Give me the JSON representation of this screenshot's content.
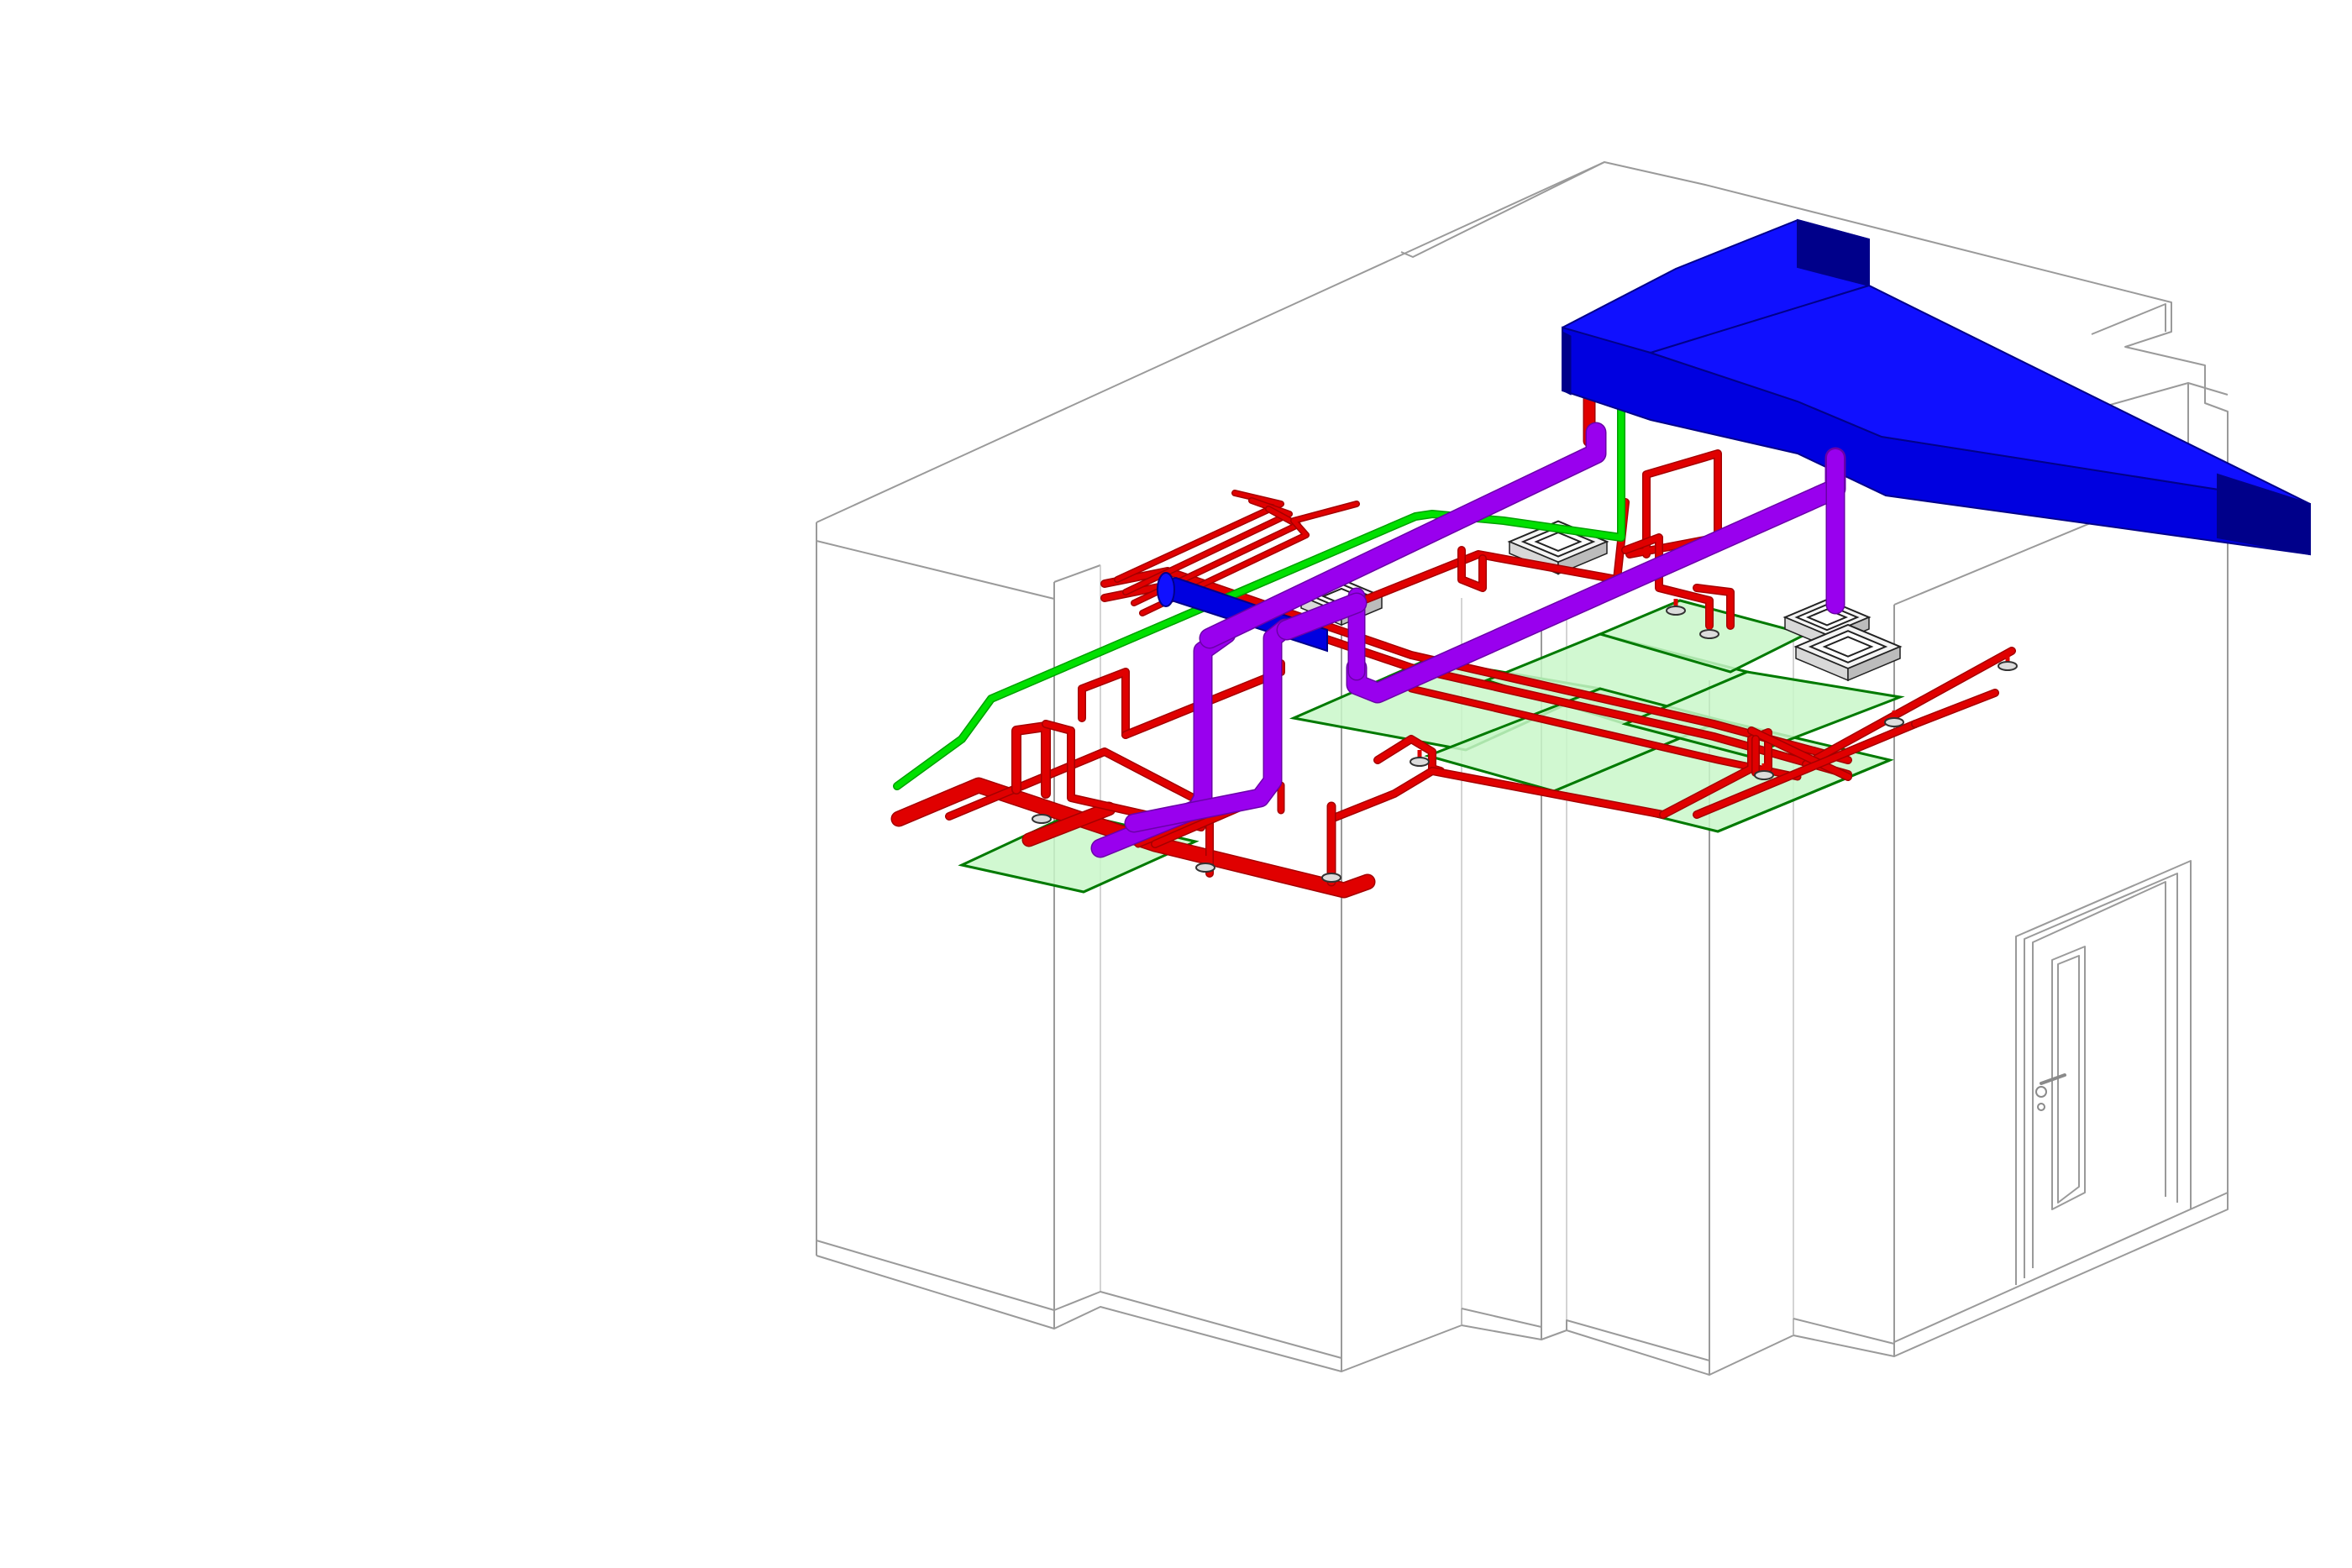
{
  "colors": {
    "background": "#ffffff",
    "building_outline": "#9a9a9a",
    "fire_pipe": "#e00000",
    "fire_pipe_dark": "#a40000",
    "drain_pipe": "#9900ee",
    "drain_pipe_dark": "#6a00a8",
    "gas_pipe": "#00e000",
    "duct": "#0000e0",
    "duct_dark": "#00008a",
    "duct_top": "#1010ff",
    "ceiling_panel_fill": "#c9f7c9",
    "ceiling_panel_stroke": "#007a00"
  },
  "legend_systems": [
    {
      "key": "fire_pipe",
      "icon": "sprinkler-pipe-icon"
    },
    {
      "key": "drain_pipe",
      "icon": "drain-pipe-icon"
    },
    {
      "key": "gas_pipe",
      "icon": "gas-pipe-icon"
    },
    {
      "key": "duct",
      "icon": "air-duct-icon"
    }
  ]
}
